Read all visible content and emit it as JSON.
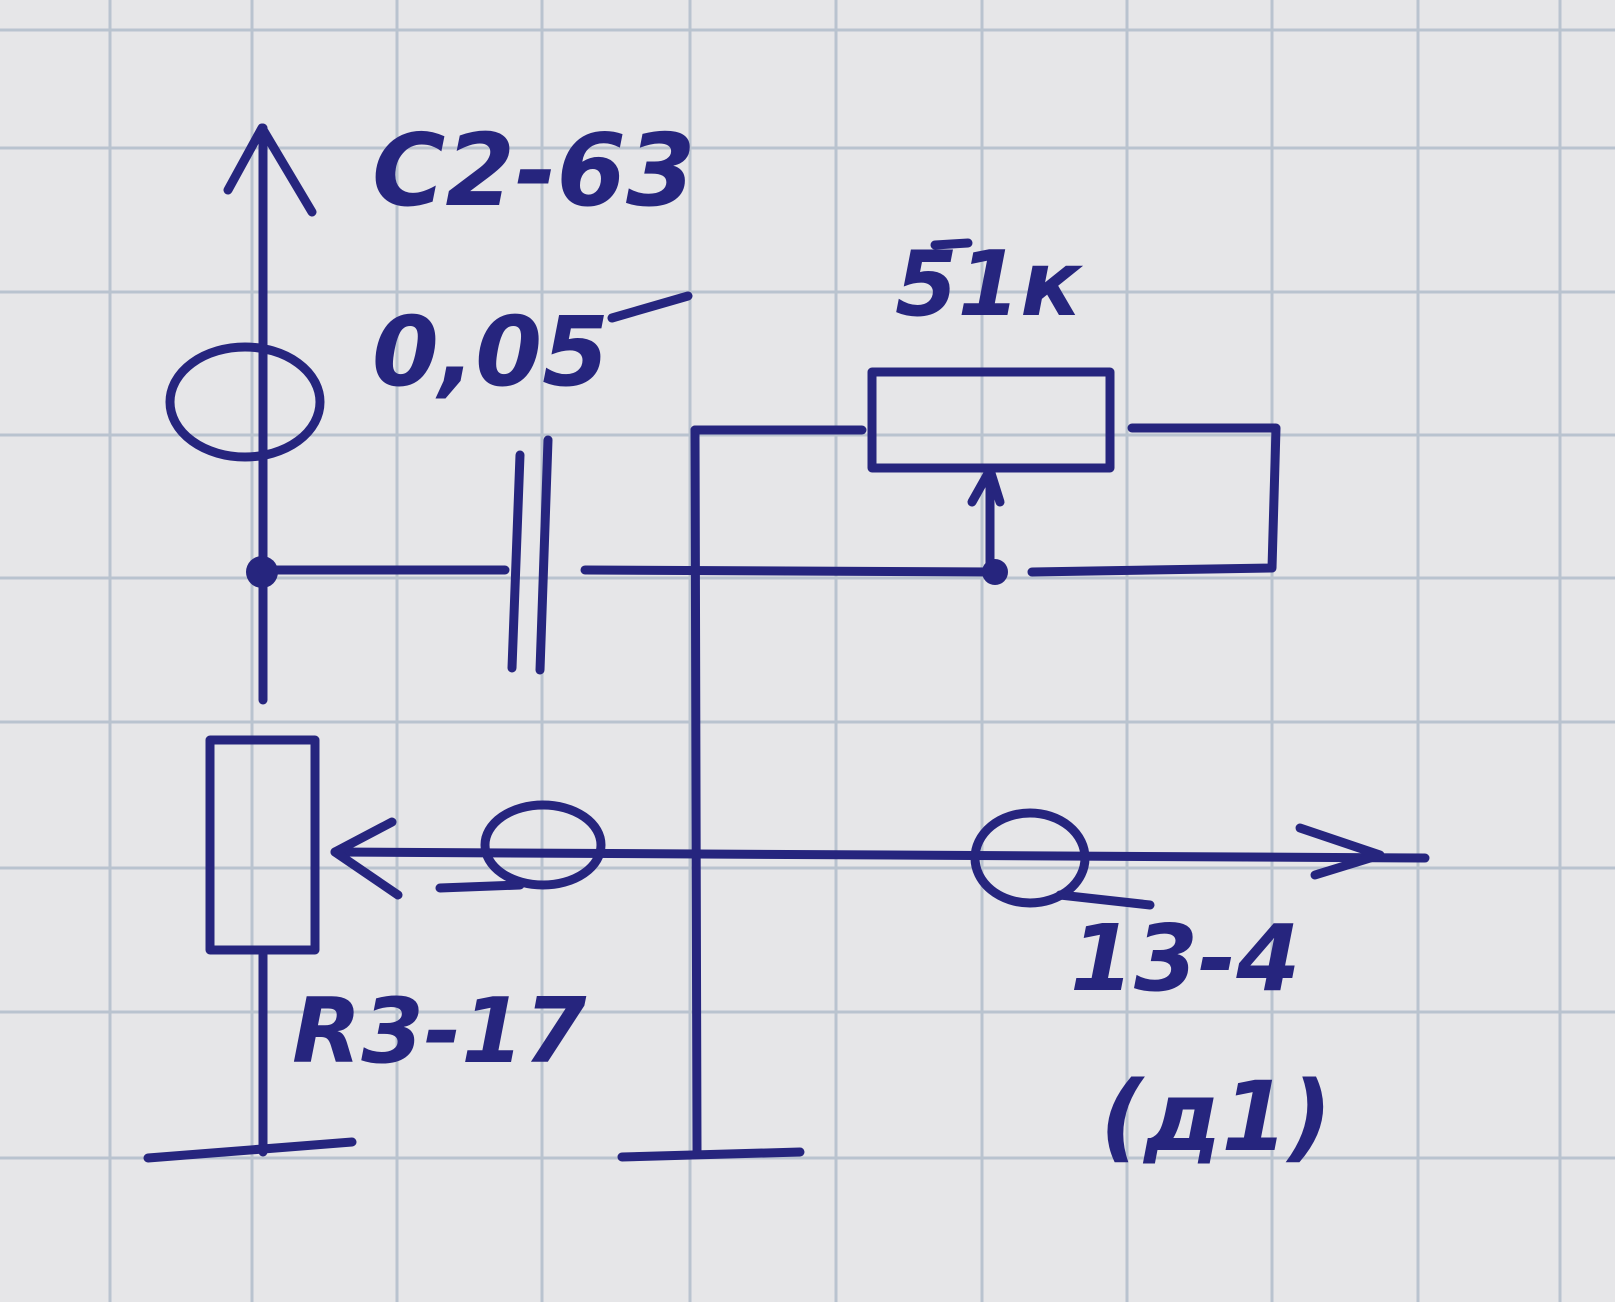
{
  "labels": {
    "variable_capacitor": "C2-63",
    "capacitor_value": "0,05",
    "potentiometer_value": "51к",
    "left_resistor": "R3-17",
    "right_connector": "13-4",
    "right_connector_note": "(д1)"
  },
  "colors": {
    "ink": "#26257e",
    "paper": "#e6e6e8",
    "grid": "#b9c3cf"
  }
}
